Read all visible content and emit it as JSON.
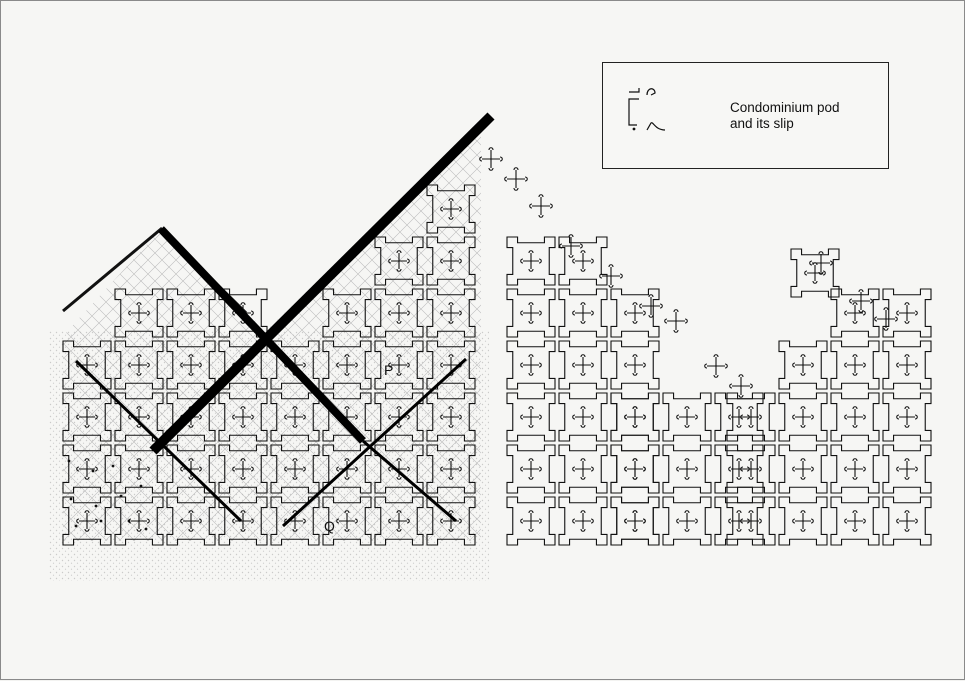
{
  "legend": {
    "text": "Condominium pod\nand its slip",
    "icon": "condominium-pod-icon"
  },
  "points": {
    "p": "P",
    "q": "Q"
  },
  "colors": {
    "ink": "#111111",
    "thick_line": "#000000",
    "hatch": "#b5b5b5",
    "stipple": "#b8b8b8",
    "background": "#f6f6f4"
  }
}
